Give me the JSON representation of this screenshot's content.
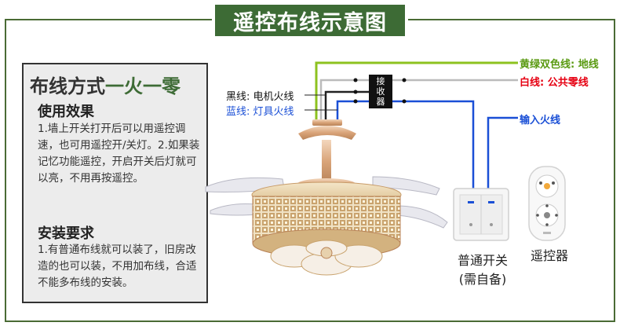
{
  "title": "遥控布线示意图",
  "panel": {
    "heading_a": "布线方式",
    "heading_b": "一火一零",
    "usage_title": "使用效果",
    "usage_text": "1.墙上开关打开后可以用遥控调速，也可用遥控开/关灯。2.如果装记忆功能遥控，开启开关后灯就可以亮，不用再按遥控。",
    "install_title": "安装要求",
    "install_text": "1.有普通布线就可以装了，旧房改造的也可以装，不用加布线，合适不能多布线的安装。"
  },
  "wires": {
    "yellow_green": "黄绿双色线: 地线",
    "white": "白线: 公共零线",
    "input_fire": "输入火线",
    "black": "黑线: 电机火线",
    "blue": "蓝线: 灯具火线",
    "receiver": "接收器"
  },
  "captions": {
    "switch_line1": "普通开关",
    "switch_line2": "(需自备)",
    "remote": "遥控器"
  },
  "colors": {
    "green_title": "#3d6b35",
    "yellow_green_wire": "#8dc21f",
    "white_wire": "#bbbbbb",
    "blue_wire": "#1a4fd6",
    "black_wire": "#222222",
    "red_text": "#e60012",
    "gold": "#e0b48a"
  }
}
